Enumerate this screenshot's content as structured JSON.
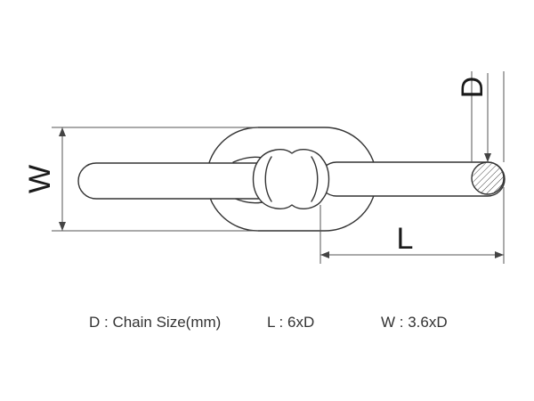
{
  "dimensions": {
    "width_label": "W",
    "length_label": "L",
    "diameter_label": "D"
  },
  "legend": {
    "chain_size": "D : Chain Size(mm)",
    "length_formula": "L : 6xD",
    "width_formula": "W : 3.6xD"
  },
  "colors": {
    "line": "#333333",
    "text": "#1a1a1a"
  }
}
